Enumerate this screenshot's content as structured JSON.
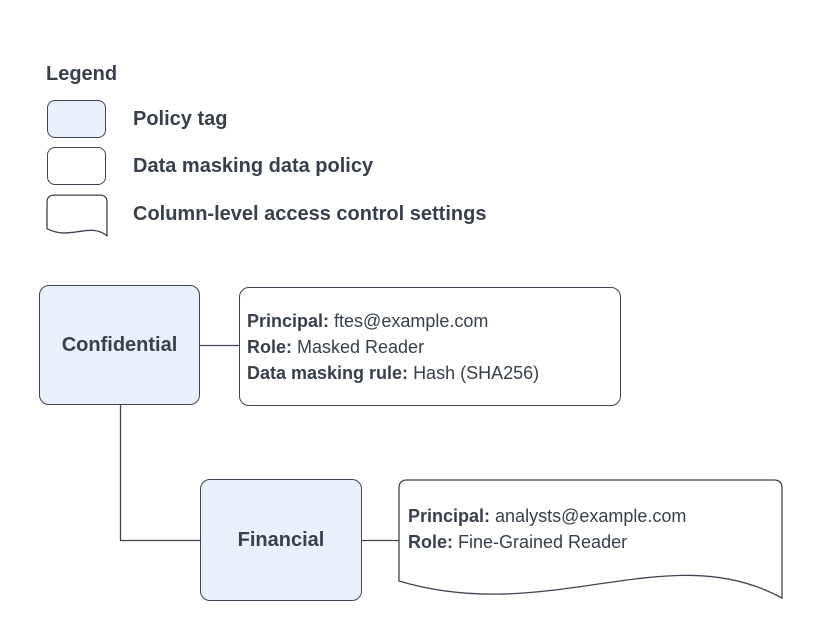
{
  "colors": {
    "background": "#ffffff",
    "node_fill": "#e8f0fb",
    "stroke": "#3e4552",
    "text": "#38404c"
  },
  "legend": {
    "title": "Legend",
    "items": [
      {
        "shape": "policy-tag-swatch",
        "label": "Policy tag"
      },
      {
        "shape": "data-policy-swatch",
        "label": "Data masking data policy"
      },
      {
        "shape": "document-swatch",
        "label": "Column-level access control settings"
      }
    ]
  },
  "diagram": {
    "nodes": {
      "confidential": {
        "label": "Confidential",
        "type": "policy-tag"
      },
      "financial": {
        "label": "Financial",
        "type": "policy-tag"
      },
      "masking_policy": {
        "type": "data-masking-data-policy",
        "lines": [
          {
            "label": "Principal:",
            "value": "ftes@example.com"
          },
          {
            "label": "Role:",
            "value": "Masked Reader"
          },
          {
            "label": "Data masking rule:",
            "value": "Hash (SHA256)"
          }
        ]
      },
      "access_settings": {
        "type": "column-level-access-control-settings",
        "lines": [
          {
            "label": "Principal:",
            "value": "analysts@example.com"
          },
          {
            "label": "Role:",
            "value": "Fine-Grained Reader"
          }
        ]
      }
    },
    "edges": [
      {
        "from": "confidential",
        "to": "masking_policy"
      },
      {
        "from": "confidential",
        "to": "financial"
      },
      {
        "from": "financial",
        "to": "access_settings"
      }
    ]
  }
}
